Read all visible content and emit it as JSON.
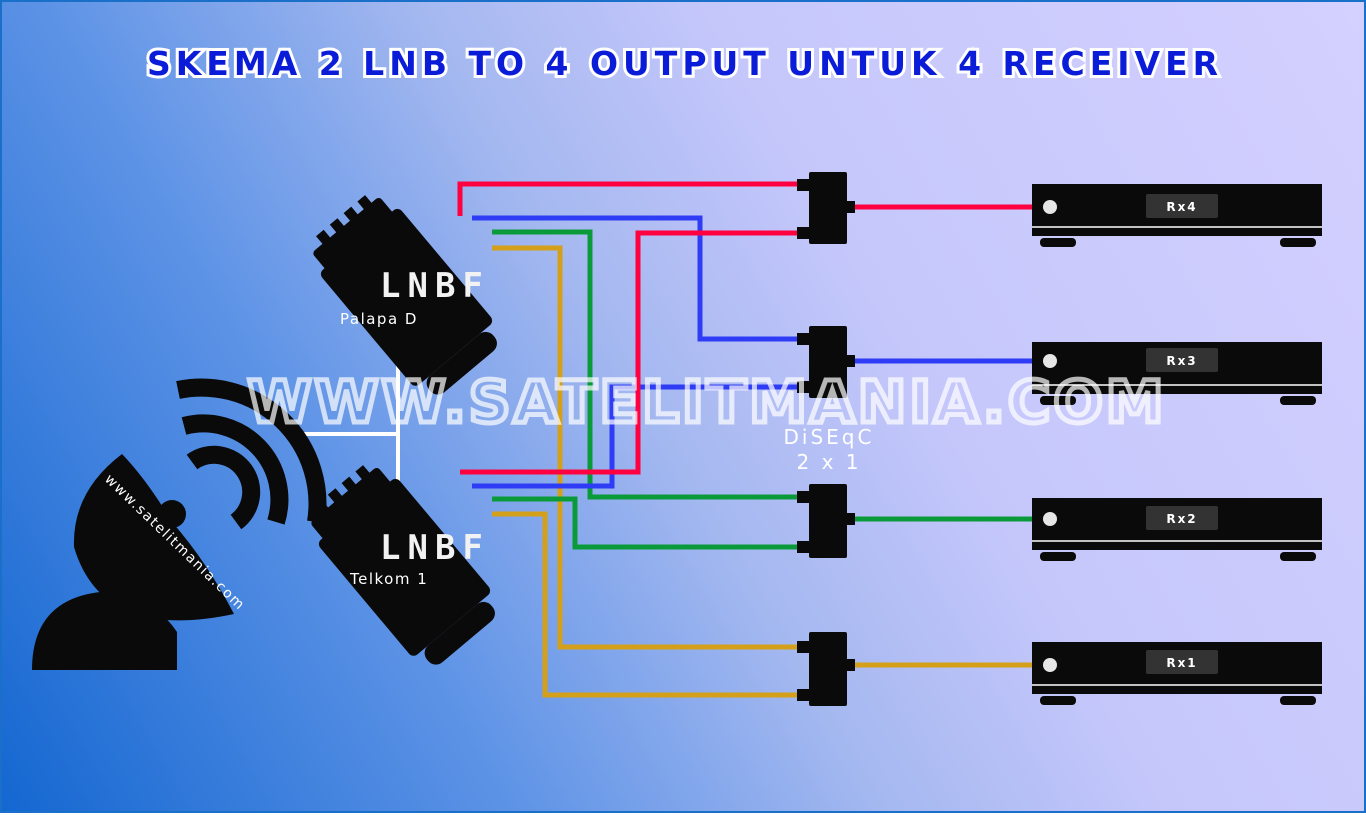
{
  "title": "SKEMA 2 LNB TO 4 OUTPUT UNTUK 4 RECEIVER",
  "watermark": "WWW.SATELITMANIA.COM",
  "dish_text": "www.satelitmania.com",
  "lnbs": [
    {
      "label": "LNBF",
      "name": "Palapa D"
    },
    {
      "label": "LNBF",
      "name": "Telkom 1"
    }
  ],
  "switch": {
    "line1": "DiSEqC",
    "line2": "2 x 1"
  },
  "receivers": [
    "Rx4",
    "Rx3",
    "Rx2",
    "Rx1"
  ],
  "colors": {
    "red": "#ff0040",
    "blue": "#2f3cf5",
    "green": "#0b9a3a",
    "gold": "#d4a01a",
    "device": "#0a0a0a",
    "title": "#0b1cd8"
  }
}
